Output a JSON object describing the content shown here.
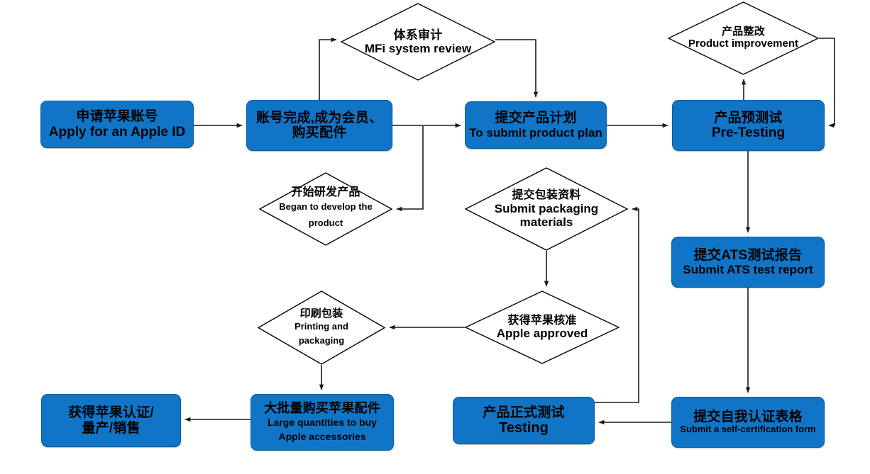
{
  "diagram": {
    "title": "MFi certification process flowchart",
    "colors": {
      "process_fill": "#1075C6",
      "process_stroke": "#0B5C9E",
      "decision_stroke": "#000000",
      "edge_stroke": "#1a1a1a",
      "background": "#FFFFFF",
      "text": "#000000"
    },
    "nodes": [
      {
        "id": "apply-id",
        "shape": "process",
        "cn": "申请苹果账号",
        "en": "Apply for an Apple ID"
      },
      {
        "id": "account-done",
        "shape": "process",
        "cn": "账号完成,成为会员、",
        "cn2": "购买配件",
        "en": ""
      },
      {
        "id": "mfi-review",
        "shape": "decision",
        "cn": "体系审计",
        "en": "MFi system review"
      },
      {
        "id": "begin-dev",
        "shape": "decision",
        "cn": "开始研发产品",
        "en": "Began to develop the",
        "en2": "product"
      },
      {
        "id": "submit-plan",
        "shape": "process",
        "cn": "提交产品计划",
        "en": "To submit product plan"
      },
      {
        "id": "pre-testing",
        "shape": "process",
        "cn": "产品预测试",
        "en": "Pre-Testing"
      },
      {
        "id": "product-improve",
        "shape": "decision",
        "cn": "产品整改",
        "en": "Product improvement"
      },
      {
        "id": "ats-report",
        "shape": "process",
        "cn": "提交ATS测试报告",
        "en": "Submit ATS test report"
      },
      {
        "id": "self-cert",
        "shape": "process",
        "cn": "提交自我认证表格",
        "en": "Submit a self-certification form"
      },
      {
        "id": "testing",
        "shape": "process",
        "cn": "产品正式测试",
        "en": "Testing"
      },
      {
        "id": "submit-pack",
        "shape": "decision",
        "cn": "提交包装资料",
        "en": "Submit packaging",
        "en2": "materials"
      },
      {
        "id": "apple-approved",
        "shape": "decision",
        "cn": "获得苹果核准",
        "en": "Apple approved"
      },
      {
        "id": "printing",
        "shape": "decision",
        "cn": "印刷包装",
        "en": "Printing and",
        "en2": "packaging"
      },
      {
        "id": "buy-bulk",
        "shape": "process",
        "cn": "大批量购买苹果配件",
        "en": "Large quantities to buy",
        "en2": "Apple accessories"
      },
      {
        "id": "certified",
        "shape": "process",
        "cn": "获得苹果认证/",
        "cn2": "量产/销售",
        "en": ""
      }
    ],
    "edges": [
      {
        "id": "e1",
        "from": "apply-id",
        "to": "account-done"
      },
      {
        "id": "e2",
        "from": "account-done",
        "to": "mfi-review"
      },
      {
        "id": "e3",
        "from": "mfi-review",
        "to": "submit-plan"
      },
      {
        "id": "e4",
        "from": "account-done",
        "to": "submit-plan"
      },
      {
        "id": "e5",
        "from": "account-done",
        "to": "begin-dev"
      },
      {
        "id": "e6",
        "from": "submit-plan",
        "to": "pre-testing"
      },
      {
        "id": "e7",
        "from": "pre-testing",
        "to": "product-improve"
      },
      {
        "id": "e8",
        "from": "product-improve",
        "to": "pre-testing"
      },
      {
        "id": "e9",
        "from": "pre-testing",
        "to": "ats-report"
      },
      {
        "id": "e10",
        "from": "ats-report",
        "to": "self-cert"
      },
      {
        "id": "e11",
        "from": "self-cert",
        "to": "testing"
      },
      {
        "id": "e12",
        "from": "testing",
        "to": "submit-pack"
      },
      {
        "id": "e13",
        "from": "submit-pack",
        "to": "apple-approved"
      },
      {
        "id": "e14",
        "from": "apple-approved",
        "to": "printing"
      },
      {
        "id": "e15",
        "from": "printing",
        "to": "buy-bulk"
      },
      {
        "id": "e16",
        "from": "buy-bulk",
        "to": "certified"
      }
    ]
  }
}
